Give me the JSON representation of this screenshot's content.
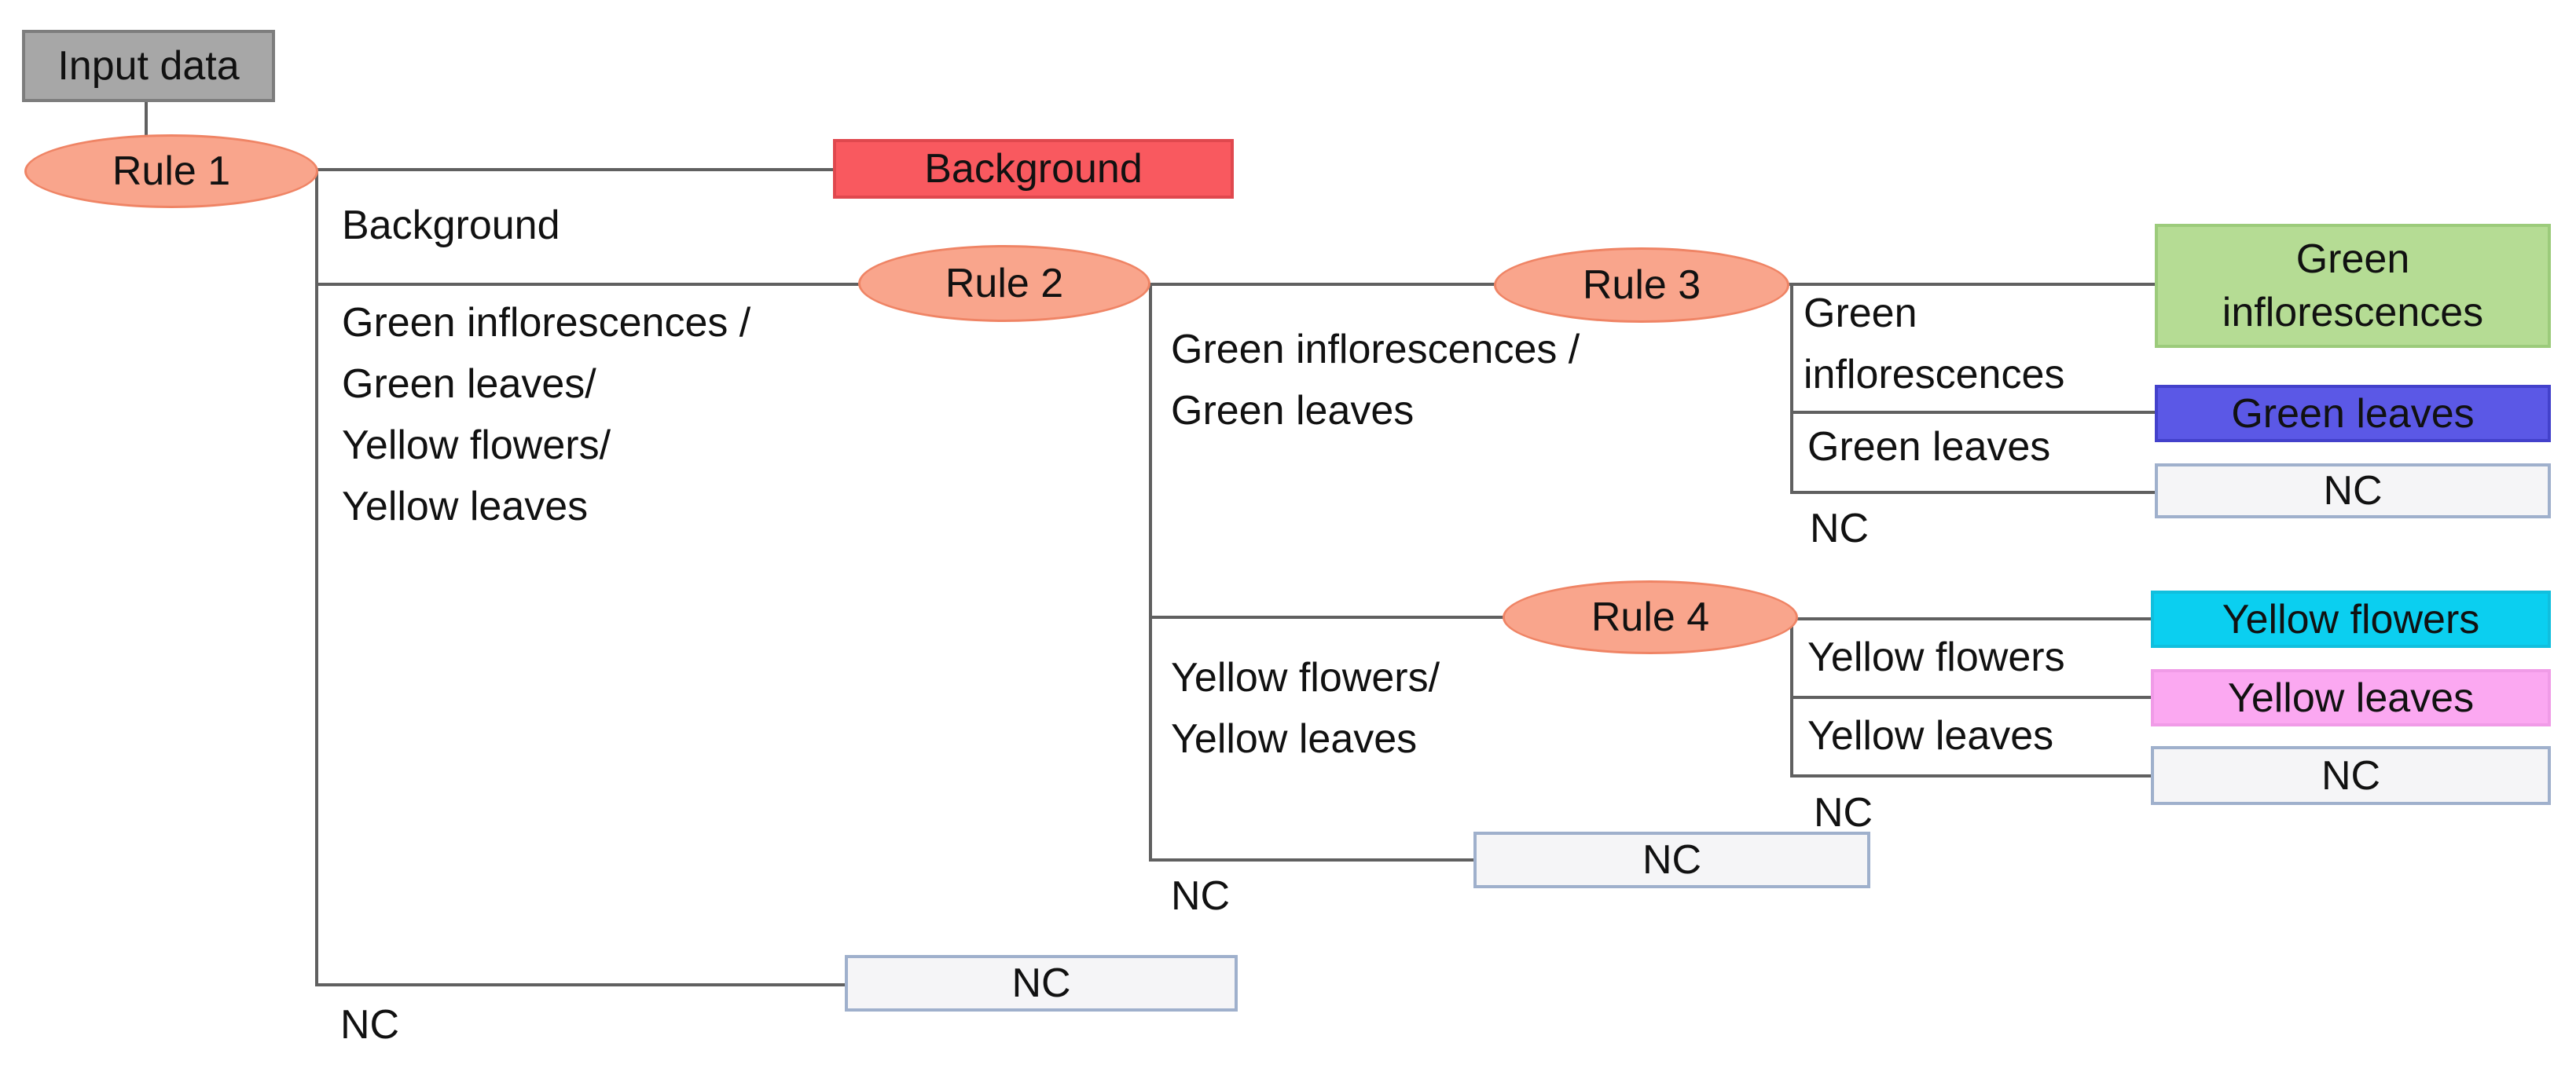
{
  "diagram": {
    "palette": {
      "gray_fill": "#A7A7A7",
      "gray_border": "#7D7D7D",
      "ellipse_fill": "#F9A58C",
      "ellipse_border": "#EF8465",
      "red_fill": "#F9595F",
      "red_border": "#E0484E",
      "green_fill": "#B5DC94",
      "green_border": "#9CCB7B",
      "blue_fill": "#5B58E6",
      "blue_border": "#4341CB",
      "cyan_fill": "#0BCFF0",
      "cyan_border": "#10BFDE",
      "pink_fill": "#FBA8F1",
      "pink_border": "#F09BE7",
      "nc_fill": "#F5F5F7",
      "nc_border": "#9FB0CC",
      "line": "#606060",
      "text": "#111111"
    },
    "nodes": {
      "input": {
        "label": "Input data"
      },
      "rule1": {
        "label": "Rule 1"
      },
      "rule2": {
        "label": "Rule 2"
      },
      "rule3": {
        "label": "Rule 3"
      },
      "rule4": {
        "label": "Rule 4"
      },
      "background_class": {
        "label": "Background"
      },
      "green_inflorescences": {
        "label": "Green\ninflorescences"
      },
      "green_leaves": {
        "label": "Green leaves"
      },
      "yellow_flowers": {
        "label": "Yellow flowers"
      },
      "yellow_leaves": {
        "label": "Yellow leaves"
      },
      "nc_rule1": {
        "label": "NC"
      },
      "nc_rule2": {
        "label": "NC"
      },
      "nc_rule3": {
        "label": "NC"
      },
      "nc_rule4": {
        "label": "NC"
      }
    },
    "edge_labels": {
      "rule1_background": "Background",
      "rule1_rule2": "Green inflorescences /\nGreen leaves/\nYellow flowers/\nYellow leaves",
      "rule1_nc": "NC",
      "rule2_rule3": "Green inflorescences /\nGreen leaves",
      "rule2_rule4": "Yellow flowers/\nYellow leaves",
      "rule2_nc": "NC",
      "rule3_green_inflorescences": "Green\ninflorescences",
      "rule3_green_leaves": "Green leaves",
      "rule3_nc": "NC",
      "rule4_yellow_flowers": "Yellow flowers",
      "rule4_yellow_leaves": "Yellow leaves",
      "rule4_nc": "NC"
    }
  }
}
